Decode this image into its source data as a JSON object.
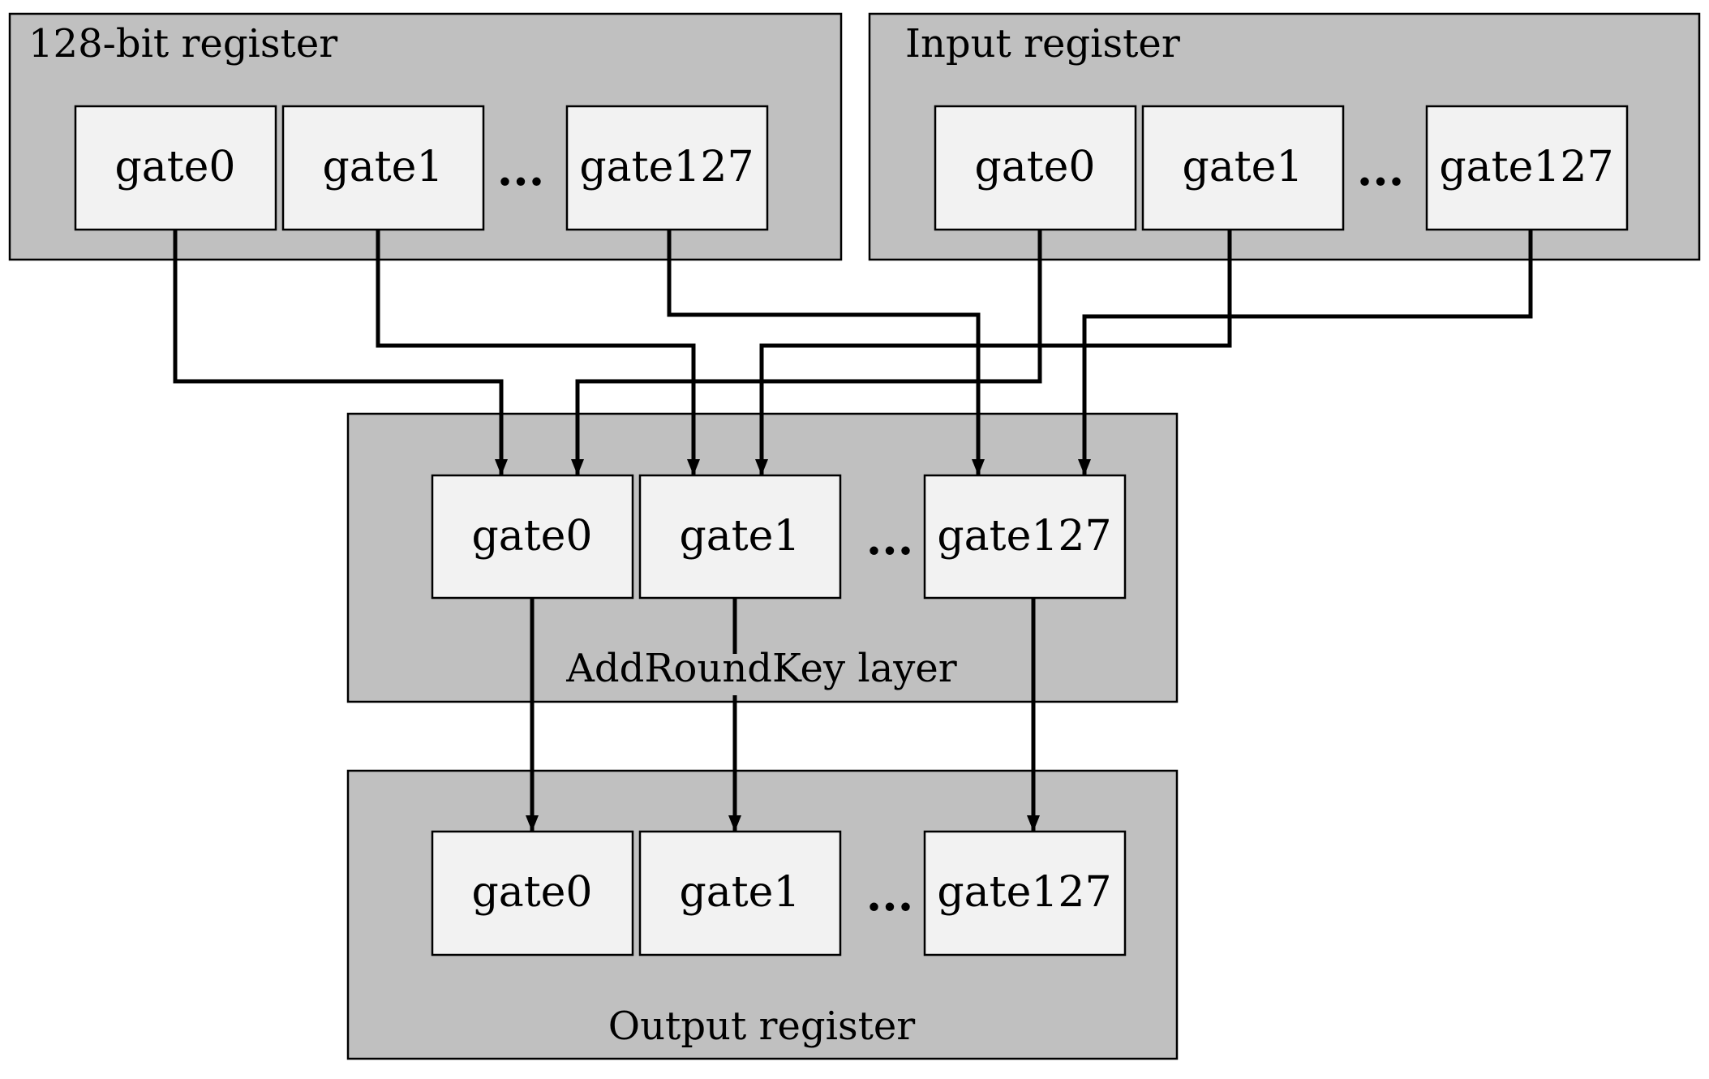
{
  "regions": {
    "key_register": {
      "title": "128-bit register",
      "gates": [
        "gate0",
        "gate1",
        "gate127"
      ],
      "ellipsis": "..."
    },
    "input_register": {
      "title": "Input register",
      "gates": [
        "gate0",
        "gate1",
        "gate127"
      ],
      "ellipsis": "..."
    },
    "addroundkey_layer": {
      "title": "AddRoundKey layer",
      "gates": [
        "gate0",
        "gate1",
        "gate127"
      ],
      "ellipsis": "..."
    },
    "output_register": {
      "title": "Output register",
      "gates": [
        "gate0",
        "gate1",
        "gate127"
      ],
      "ellipsis": "..."
    }
  },
  "colors": {
    "region_fill": "#c0c0c0",
    "gate_fill": "#f2f2f2",
    "stroke": "#000000"
  }
}
